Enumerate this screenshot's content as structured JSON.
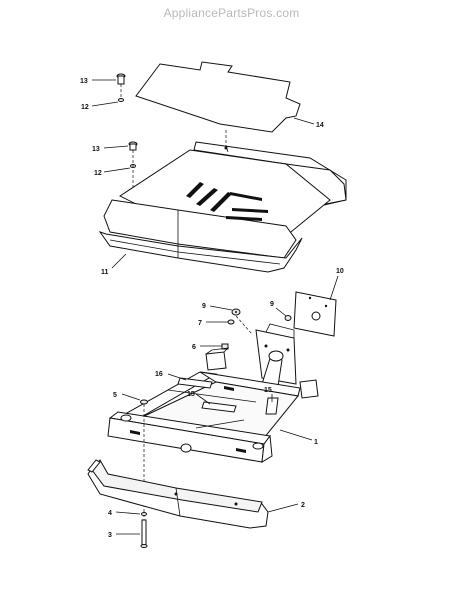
{
  "watermark": "AppliancePartsPros.com",
  "callouts": {
    "c13a": "13",
    "c12a": "12",
    "c14": "14",
    "c13b": "13",
    "c12b": "12",
    "c11": "11",
    "c10": "10",
    "c9a": "9",
    "c9b": "9",
    "c7": "7",
    "c6": "6",
    "c16": "16",
    "c5": "5",
    "c15a": "15",
    "c15b": "15",
    "c1": "1",
    "c2": "2",
    "c4": "4",
    "c3": "3"
  }
}
